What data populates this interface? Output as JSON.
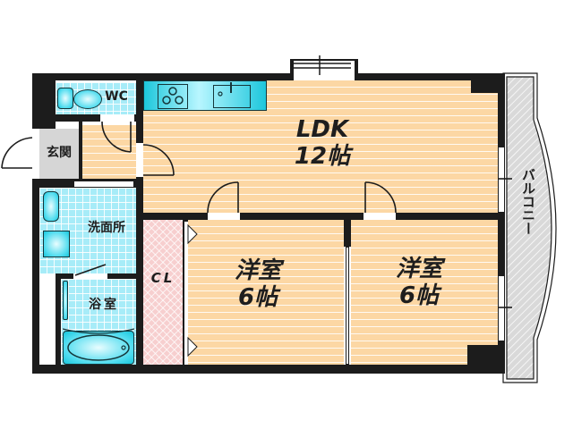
{
  "floor_plan": {
    "rooms": {
      "ldk": {
        "name": "LDK",
        "size": "12帖"
      },
      "western_room_1": {
        "name": "洋室",
        "size": "6帖"
      },
      "western_room_2": {
        "name": "洋室",
        "size": "6帖"
      },
      "wc": {
        "name": "WC"
      },
      "entrance": {
        "name": "玄関"
      },
      "washroom": {
        "name": "洗面所"
      },
      "bathroom": {
        "name": "浴室"
      },
      "closet": {
        "name": "CL"
      },
      "balcony": {
        "name": "バルコニー"
      }
    },
    "colors": {
      "wall": "#1c1c1c",
      "wood_floor": "#fcd7a4",
      "tile_floor": "#a7ecf8",
      "closet_floor": "#f7cfcf",
      "entrance_floor": "#d6d6d6",
      "balcony_floor": "#d9d9d9",
      "fixture": "#2fd3e8"
    }
  }
}
